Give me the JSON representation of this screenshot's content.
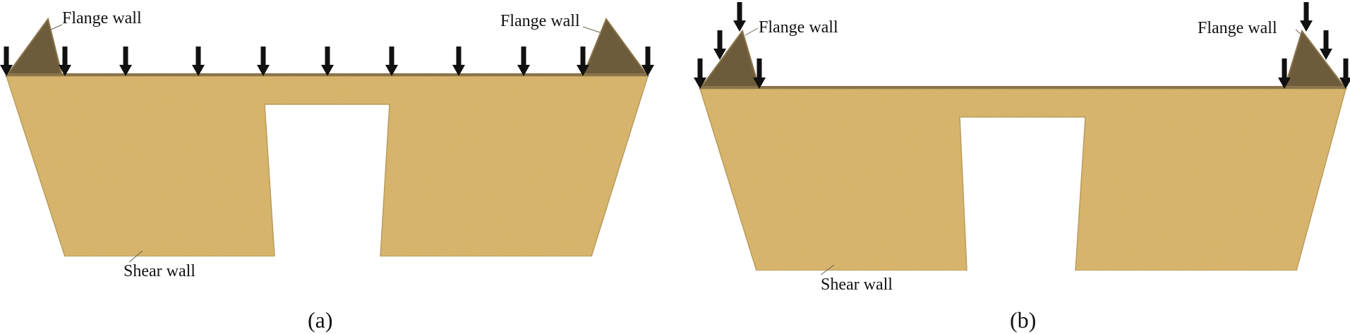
{
  "colors": {
    "shear_wall": "#d9b56a",
    "flange_wall": "#6d5c3c",
    "edge": "#8b744a",
    "arrow": "#111111",
    "background": "#ffffff"
  },
  "panel_a": {
    "flange_label_left": "Flange wall",
    "flange_label_right": "Flange wall",
    "shear_label": "Shear wall",
    "caption": "(a)",
    "load_arrow_count": 11
  },
  "panel_b": {
    "flange_label_left": "Flange wall",
    "flange_label_right": "Flange wall",
    "shear_label": "Shear wall",
    "caption": "(b)",
    "load_arrow_count": 8
  }
}
